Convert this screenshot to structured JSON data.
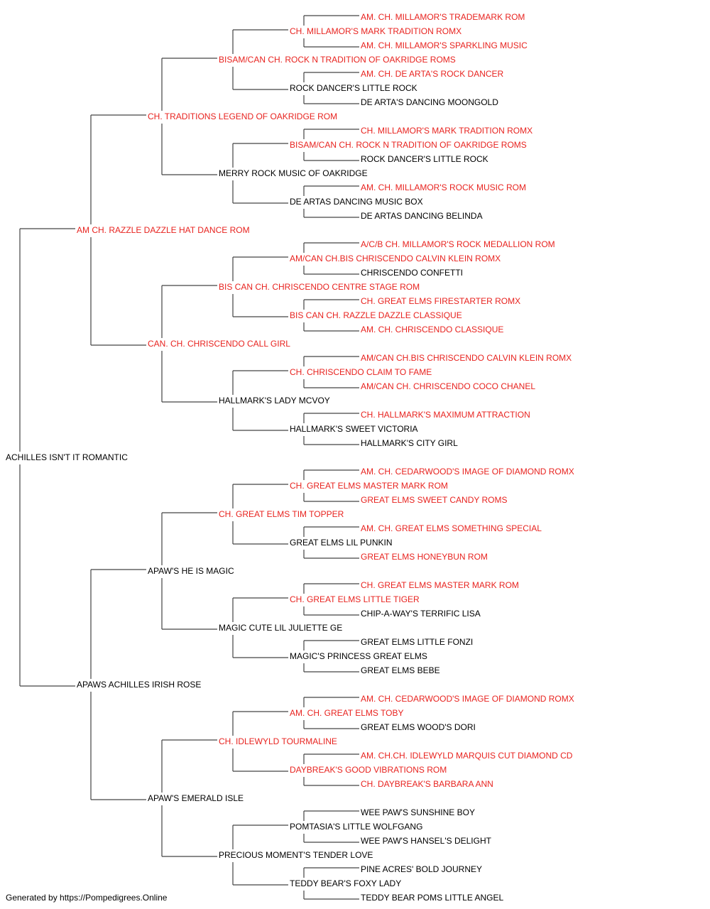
{
  "colors": {
    "champion": "#e8231f",
    "normal": "#000000",
    "line": "#444444"
  },
  "footer": "Generated by https://Pompedigrees.Online",
  "pedigree": [
    {
      "gen": 0,
      "name": "ACHILLES ISN'T IT ROMANTIC",
      "champion": false
    },
    {
      "gen": 1,
      "name": "AM CH. RAZZLE DAZZLE HAT DANCE ROM",
      "champion": true
    },
    {
      "gen": 1,
      "name": "APAWS ACHILLES IRISH ROSE",
      "champion": false
    },
    {
      "gen": 2,
      "name": "CH. TRADITIONS LEGEND OF OAKRIDGE ROM",
      "champion": true
    },
    {
      "gen": 2,
      "name": "CAN. CH. CHRISCENDO CALL GIRL",
      "champion": true
    },
    {
      "gen": 2,
      "name": "APAW'S HE IS MAGIC",
      "champion": false
    },
    {
      "gen": 2,
      "name": "APAW'S EMERALD ISLE",
      "champion": false
    },
    {
      "gen": 3,
      "name": "BISAM/CAN CH. ROCK N TRADITION OF OAKRIDGE ROMS",
      "champion": true
    },
    {
      "gen": 3,
      "name": "MERRY ROCK MUSIC OF OAKRIDGE",
      "champion": false
    },
    {
      "gen": 3,
      "name": "BIS CAN CH. CHRISCENDO CENTRE STAGE ROM",
      "champion": true
    },
    {
      "gen": 3,
      "name": "HALLMARK'S LADY MCVOY",
      "champion": false
    },
    {
      "gen": 3,
      "name": "CH. GREAT ELMS TIM TOPPER",
      "champion": true
    },
    {
      "gen": 3,
      "name": "MAGIC CUTE LIL JULIETTE GE",
      "champion": false
    },
    {
      "gen": 3,
      "name": "CH. IDLEWYLD TOURMALINE",
      "champion": true
    },
    {
      "gen": 3,
      "name": "PRECIOUS MOMENT'S TENDER LOVE",
      "champion": false
    },
    {
      "gen": 4,
      "name": "CH. MILLAMOR'S MARK TRADITION ROMX",
      "champion": true
    },
    {
      "gen": 4,
      "name": "ROCK DANCER'S LITTLE ROCK",
      "champion": false
    },
    {
      "gen": 4,
      "name": "BISAM/CAN CH. ROCK N TRADITION OF OAKRIDGE ROMS",
      "champion": true
    },
    {
      "gen": 4,
      "name": "DE ARTAS DANCING MUSIC BOX",
      "champion": false
    },
    {
      "gen": 4,
      "name": "AM/CAN CH.BIS CHRISCENDO CALVIN KLEIN ROMX",
      "champion": true
    },
    {
      "gen": 4,
      "name": "BIS CAN CH. RAZZLE DAZZLE CLASSIQUE",
      "champion": true
    },
    {
      "gen": 4,
      "name": "CH. CHRISCENDO CLAIM TO FAME",
      "champion": true
    },
    {
      "gen": 4,
      "name": "HALLMARK'S SWEET VICTORIA",
      "champion": false
    },
    {
      "gen": 4,
      "name": "CH. GREAT ELMS MASTER MARK ROM",
      "champion": true
    },
    {
      "gen": 4,
      "name": "GREAT ELMS LIL PUNKIN",
      "champion": false
    },
    {
      "gen": 4,
      "name": "CH. GREAT ELMS LITTLE TIGER",
      "champion": true
    },
    {
      "gen": 4,
      "name": "MAGIC'S PRINCESS GREAT ELMS",
      "champion": false
    },
    {
      "gen": 4,
      "name": "AM. CH. GREAT ELMS TOBY",
      "champion": true
    },
    {
      "gen": 4,
      "name": "DAYBREAK'S GOOD VIBRATIONS ROM",
      "champion": true
    },
    {
      "gen": 4,
      "name": "POMTASIA'S LITTLE WOLFGANG",
      "champion": false
    },
    {
      "gen": 4,
      "name": "TEDDY BEAR'S FOXY LADY",
      "champion": false
    },
    {
      "gen": 5,
      "name": "AM. CH. MILLAMOR'S TRADEMARK ROM",
      "champion": true
    },
    {
      "gen": 5,
      "name": "AM. CH. MILLAMOR'S SPARKLING MUSIC",
      "champion": true
    },
    {
      "gen": 5,
      "name": "AM. CH. DE ARTA'S ROCK DANCER",
      "champion": true
    },
    {
      "gen": 5,
      "name": "DE ARTA'S DANCING MOONGOLD",
      "champion": false
    },
    {
      "gen": 5,
      "name": "CH. MILLAMOR'S MARK TRADITION ROMX",
      "champion": true
    },
    {
      "gen": 5,
      "name": "ROCK DANCER'S LITTLE ROCK",
      "champion": false
    },
    {
      "gen": 5,
      "name": "AM. CH. MILLAMOR'S ROCK MUSIC ROM",
      "champion": true
    },
    {
      "gen": 5,
      "name": "DE ARTAS DANCING BELINDA",
      "champion": false
    },
    {
      "gen": 5,
      "name": "A/C/B CH. MILLAMOR'S ROCK MEDALLION ROM",
      "champion": true
    },
    {
      "gen": 5,
      "name": "CHRISCENDO CONFETTI",
      "champion": false
    },
    {
      "gen": 5,
      "name": "CH. GREAT ELMS FIRESTARTER ROMX",
      "champion": true
    },
    {
      "gen": 5,
      "name": "AM. CH. CHRISCENDO CLASSIQUE",
      "champion": true
    },
    {
      "gen": 5,
      "name": "AM/CAN CH.BIS CHRISCENDO CALVIN KLEIN ROMX",
      "champion": true
    },
    {
      "gen": 5,
      "name": "AM/CAN CH. CHRISCENDO COCO CHANEL",
      "champion": true
    },
    {
      "gen": 5,
      "name": "CH. HALLMARK'S MAXIMUM ATTRACTION",
      "champion": true
    },
    {
      "gen": 5,
      "name": "HALLMARK'S CITY GIRL",
      "champion": false
    },
    {
      "gen": 5,
      "name": "AM. CH. CEDARWOOD'S IMAGE OF DIAMOND ROMX",
      "champion": true
    },
    {
      "gen": 5,
      "name": "GREAT ELMS SWEET CANDY ROMS",
      "champion": true
    },
    {
      "gen": 5,
      "name": "AM. CH. GREAT ELMS SOMETHING SPECIAL",
      "champion": true
    },
    {
      "gen": 5,
      "name": "GREAT ELMS HONEYBUN ROM",
      "champion": true
    },
    {
      "gen": 5,
      "name": "CH. GREAT ELMS MASTER MARK ROM",
      "champion": true
    },
    {
      "gen": 5,
      "name": "CHIP-A-WAY'S TERRIFIC LISA",
      "champion": false
    },
    {
      "gen": 5,
      "name": "GREAT ELMS LITTLE FONZI",
      "champion": false
    },
    {
      "gen": 5,
      "name": "GREAT ELMS BEBE",
      "champion": false
    },
    {
      "gen": 5,
      "name": "AM. CH. CEDARWOOD'S IMAGE OF DIAMOND ROMX",
      "champion": true
    },
    {
      "gen": 5,
      "name": "GREAT ELMS WOOD'S DORI",
      "champion": false
    },
    {
      "gen": 5,
      "name": "AM. CH.CH. IDLEWYLD MARQUIS CUT DIAMOND CD",
      "champion": true
    },
    {
      "gen": 5,
      "name": "CH. DAYBREAK'S BARBARA ANN",
      "champion": true
    },
    {
      "gen": 5,
      "name": "WEE PAW'S SUNSHINE BOY",
      "champion": false
    },
    {
      "gen": 5,
      "name": "WEE PAW'S HANSEL'S DELIGHT",
      "champion": false
    },
    {
      "gen": 5,
      "name": "PINE ACRES' BOLD JOURNEY",
      "champion": false
    },
    {
      "gen": 5,
      "name": "TEDDY BEAR POMS LITTLE ANGEL",
      "champion": false
    }
  ]
}
